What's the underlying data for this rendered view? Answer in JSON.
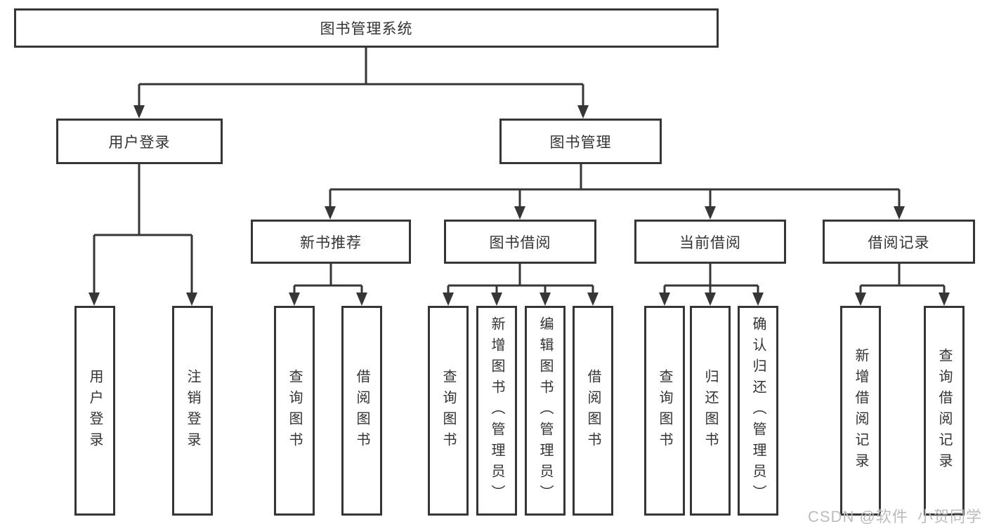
{
  "nodes": {
    "root": {
      "label": "图书管理系统"
    },
    "user_login_branch": {
      "label": "用户登录"
    },
    "book_management": {
      "label": "图书管理"
    },
    "user_login_leaf": {
      "label": "用户登录"
    },
    "logout_leaf": {
      "label": "注销登录"
    },
    "new_book_rec": {
      "label": "新书推荐"
    },
    "book_borrow": {
      "label": "图书借阅"
    },
    "current_borrow": {
      "label": "当前借阅"
    },
    "borrow_records": {
      "label": "借阅记录"
    },
    "nbr_query_books": {
      "label": "查询图书"
    },
    "nbr_borrow_books": {
      "label": "借阅图书"
    },
    "bb_query_books": {
      "label": "查询图书"
    },
    "bb_add_books_admin": {
      "label": "新增图书（管理员）"
    },
    "bb_edit_books_admin": {
      "label": "编辑图书（管理员）"
    },
    "bb_borrow_books": {
      "label": "借阅图书"
    },
    "cb_query_books": {
      "label": "查询图书"
    },
    "cb_return_books": {
      "label": "归还图书"
    },
    "cb_confirm_return_admin": {
      "label": "确认归还（管理员）"
    },
    "br_add_record": {
      "label": "新增借阅记录"
    },
    "br_query_record": {
      "label": "查询借阅记录"
    }
  },
  "hierarchy": {
    "图书管理系统": {
      "用户登录": [
        "用户登录",
        "注销登录"
      ],
      "图书管理": {
        "新书推荐": [
          "查询图书",
          "借阅图书"
        ],
        "图书借阅": [
          "查询图书",
          "新增图书（管理员）",
          "编辑图书（管理员）",
          "借阅图书"
        ],
        "当前借阅": [
          "查询图书",
          "归还图书",
          "确认归还（管理员）"
        ],
        "借阅记录": [
          "新增借阅记录",
          "查询借阅记录"
        ]
      }
    }
  },
  "watermark": {
    "text": "CSDN @软件_小贺同学"
  },
  "colors": {
    "line": "#363636",
    "text": "#333333",
    "box_bg": "#ffffff",
    "canvas_bg": "#ffffff",
    "watermark": "#bcbcbc"
  }
}
